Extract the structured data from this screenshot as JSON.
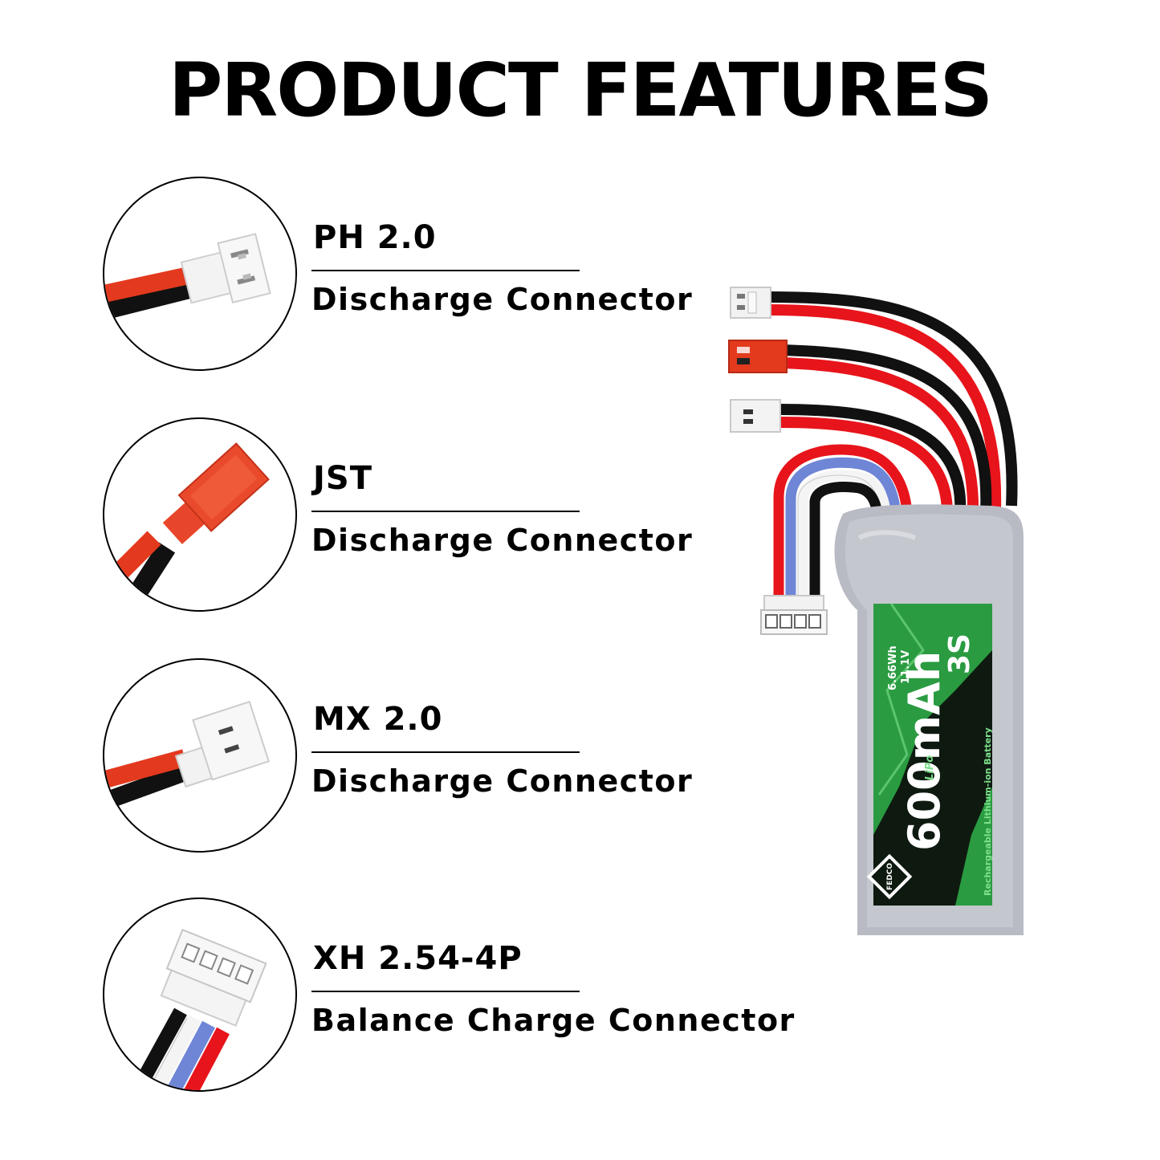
{
  "page": {
    "title": "PRODUCT FEATURES"
  },
  "features": [
    {
      "name": "PH 2.0",
      "description": "Discharge Connector",
      "icon": "ph-2-0-connector-icon"
    },
    {
      "name": "JST",
      "description": "Discharge Connector",
      "icon": "jst-connector-icon"
    },
    {
      "name": "MX 2.0",
      "description": "Discharge Connector",
      "icon": "mx-2-0-connector-icon"
    },
    {
      "name": "XH 2.54-4P",
      "description": "Balance Charge Connector",
      "icon": "xh-2-54-4p-connector-icon"
    }
  ],
  "battery": {
    "capacity": "600mAh",
    "cells": "3S",
    "energy": "6.66Wh",
    "voltage": "11.1V",
    "chemistry": "LiPo",
    "description": "Rechargeable Lithium-ion Battery",
    "brand": "FEDCO"
  },
  "colors": {
    "wire_red": "#e8141b",
    "wire_black": "#111111",
    "wire_blue": "#6f86d6",
    "wire_white": "#f4f4f4",
    "connector_white": "#f2f2f2",
    "connector_jst_red": "#e33a1e",
    "battery_wrap": "#b9bcc4",
    "label_green": "#2fb34a",
    "label_dark": "#0d1a10"
  }
}
